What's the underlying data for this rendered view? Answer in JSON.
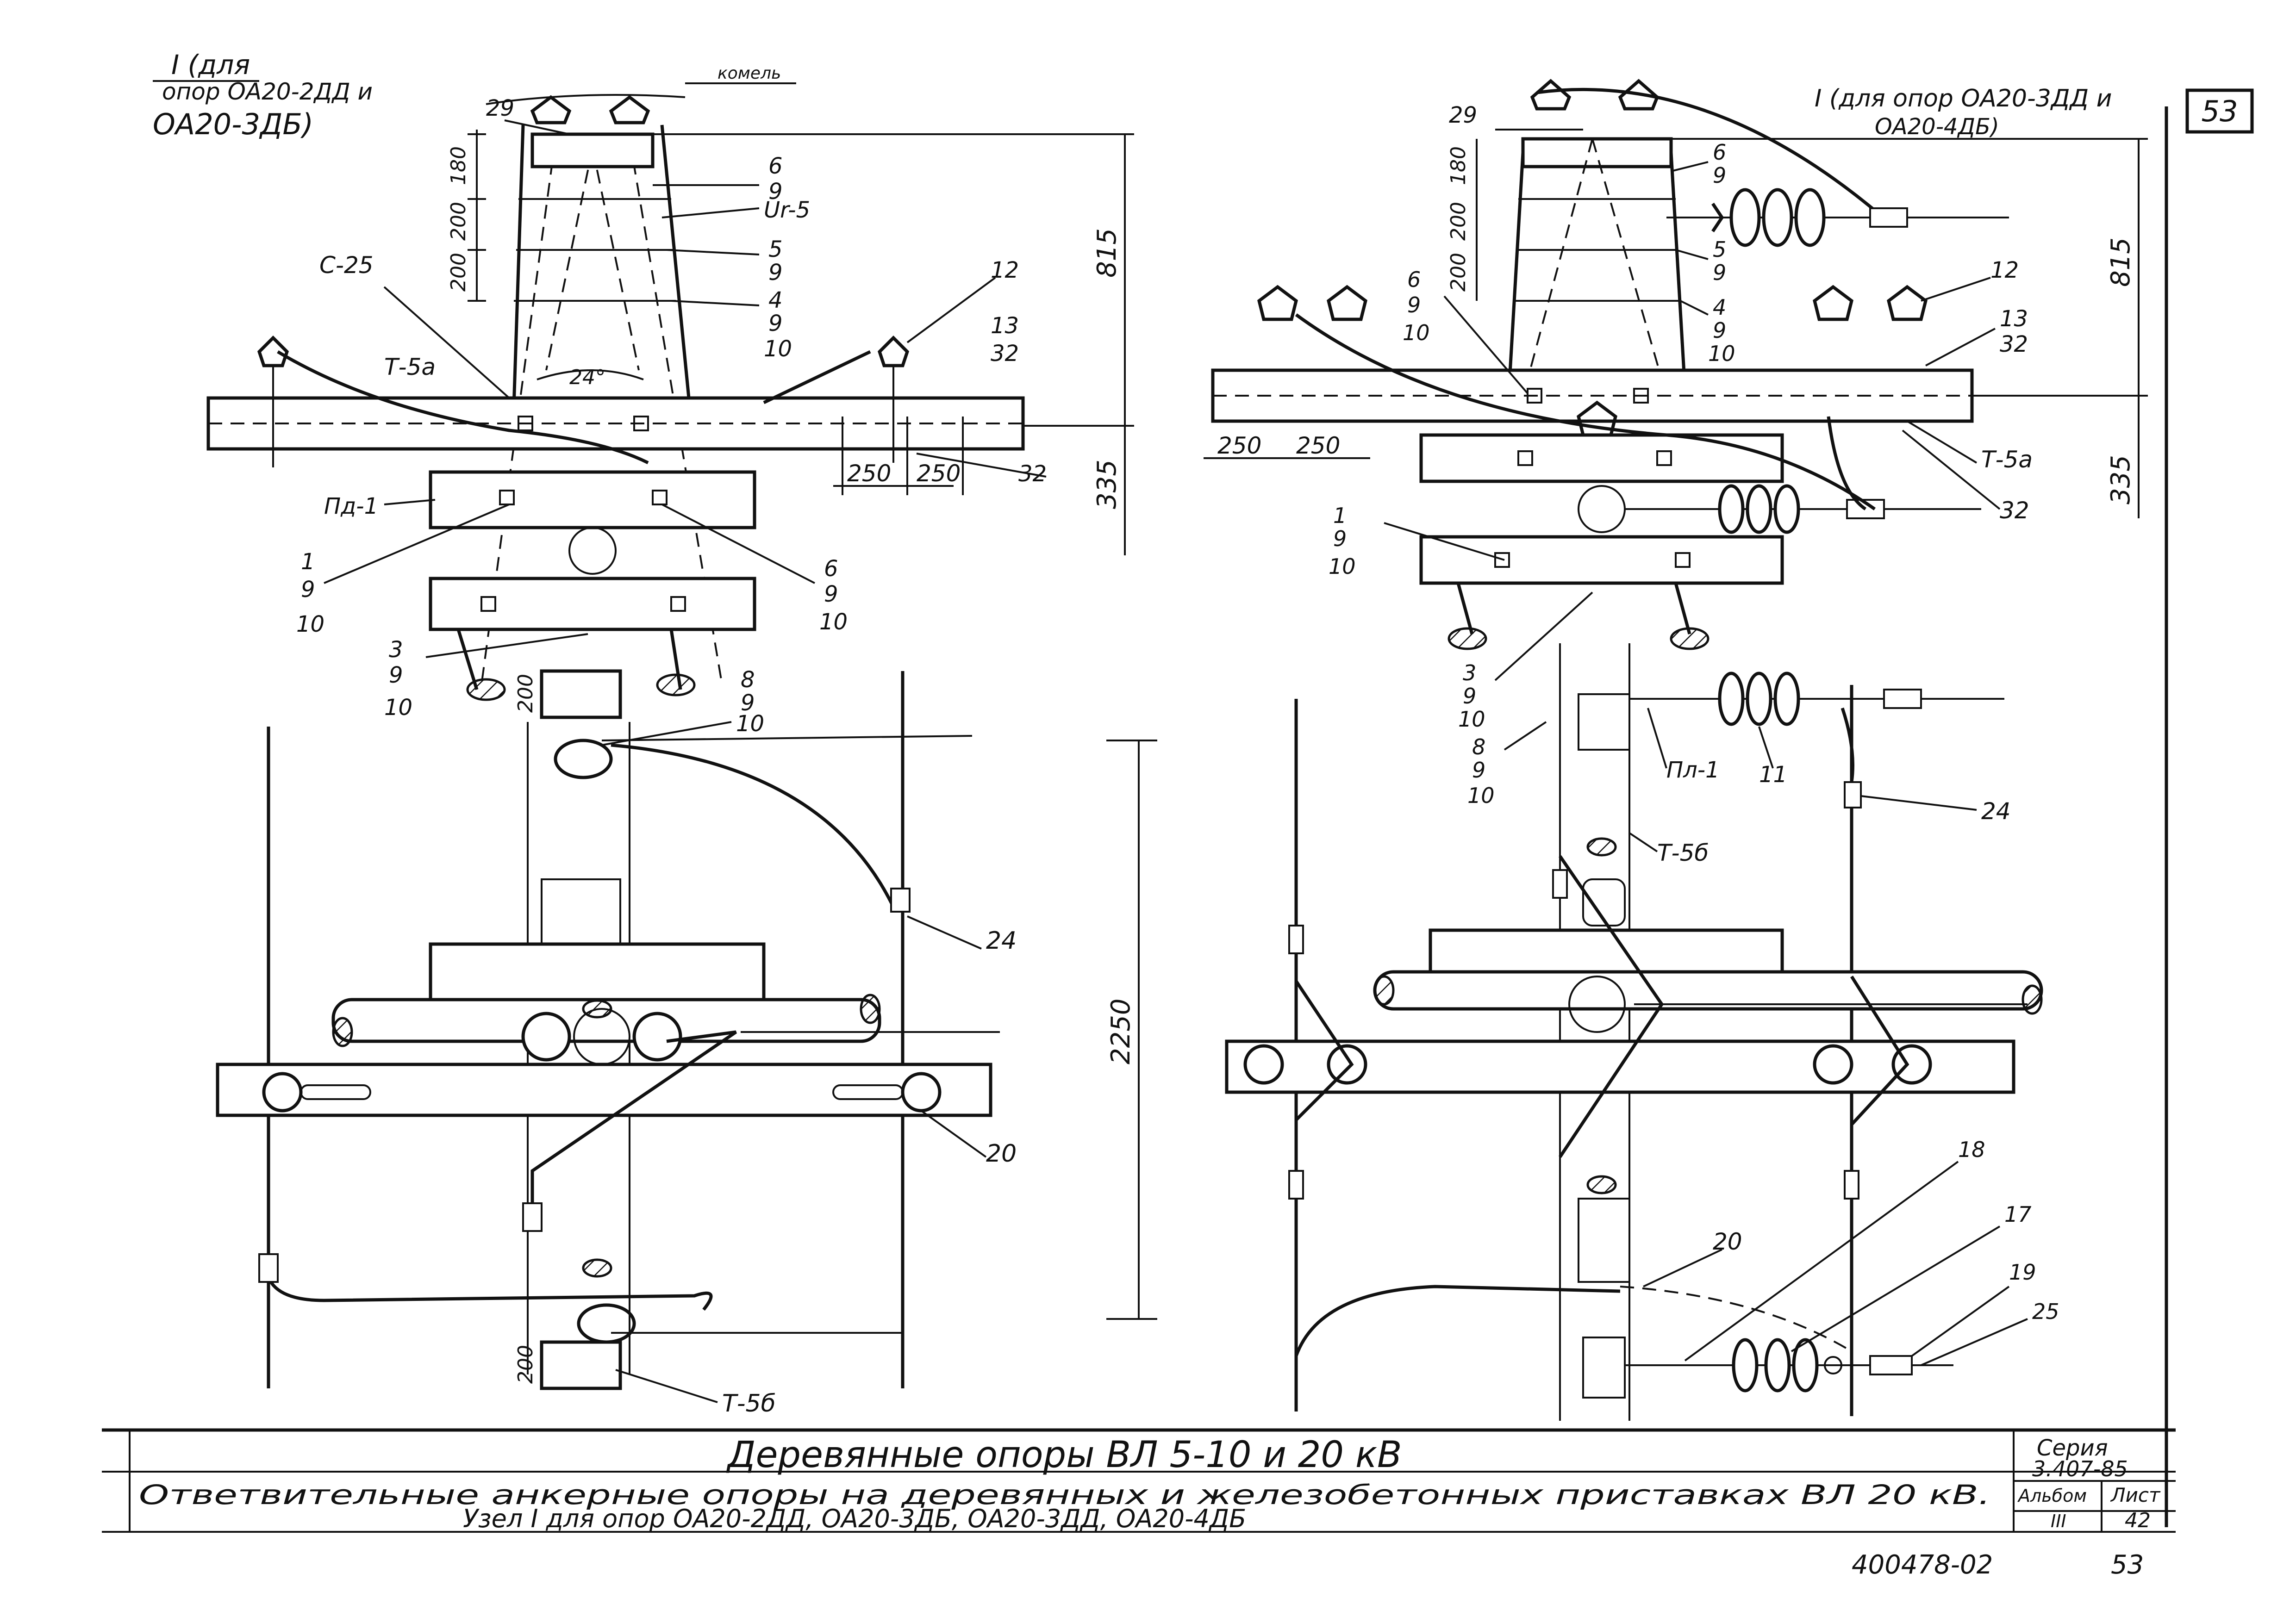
{
  "sheet": {
    "page_number": "53",
    "series_label": "Серия",
    "series_value": "3.407-85",
    "album_label": "Альбом",
    "album_value": "III",
    "list_label": "Лист",
    "list_value": "42",
    "doc_code": "400478-02",
    "doc_page": "53"
  },
  "title_block": {
    "title": "Деревянные опоры ВЛ 5-10 и 20 кВ",
    "subtitle1": "Ответвительные анкерные опоры на деревянных и железобетонных приставках ВЛ 20 кВ.",
    "subtitle2": "Узел I для опор ОА20-2ДД, ОА20-3ДБ, ОА20-3ДД, ОА20-4ДБ"
  },
  "left_view": {
    "caption_line1": "I (для",
    "caption_line2": "опор ОА20-2ДД и",
    "caption_line3": "ОА20-3ДБ)",
    "komel": "комель",
    "dims": {
      "d180": "180",
      "d200a": "200",
      "d200b": "200",
      "d815": "815",
      "d335": "335",
      "d250a": "250",
      "d250b": "250",
      "d2250": "2250",
      "d200c": "200",
      "d200d": "200",
      "angle": "24°"
    },
    "labels": {
      "p29": "29",
      "p6": "6",
      "p9a": "9",
      "ur5": "Ur-5",
      "p5": "5",
      "p9b": "9",
      "p4": "4",
      "p9c": "9",
      "p10a": "10",
      "c25": "С-25",
      "t5a": "Т-5а",
      "p12": "12",
      "p13": "13",
      "p32a": "32",
      "p32b": "32",
      "pd1": "Пд-1",
      "p1": "1",
      "p9d": "9",
      "p10b": "10",
      "p6b": "6",
      "p9e": "9",
      "p10c": "10",
      "p3": "3",
      "p9f": "9",
      "p10d": "10",
      "p8": "8",
      "p9g": "9",
      "p10e": "10",
      "p24": "24",
      "p20": "20",
      "t5b": "Т-5б"
    }
  },
  "right_view": {
    "caption_line1": "I (для опор ОА20-3ДД и",
    "caption_line2": "ОА20-4ДБ)",
    "dims": {
      "d180": "180",
      "d200a": "200",
      "d200b": "200",
      "d815": "815",
      "d335": "335",
      "d250a": "250",
      "d250b": "250"
    },
    "labels": {
      "p29": "29",
      "p6": "6",
      "p9a": "9",
      "p5": "5",
      "p9b": "9",
      "p4": "4",
      "p9c": "9",
      "p10a": "10",
      "p6b": "6",
      "p9d": "9",
      "p10b": "10",
      "p12": "12",
      "p13": "13",
      "p32a": "32",
      "t5a": "Т-5а",
      "p32b": "32",
      "p1": "1",
      "p9e": "9",
      "p10c": "10",
      "p3": "3",
      "p9f": "9",
      "p10d": "10",
      "p8": "8",
      "p9g": "9",
      "p10e": "10",
      "pl1": "Пл-1",
      "p11": "11",
      "p24": "24",
      "t5b": "Т-5б",
      "p20": "20",
      "p18": "18",
      "p17": "17",
      "p19": "19",
      "p25": "25"
    }
  }
}
